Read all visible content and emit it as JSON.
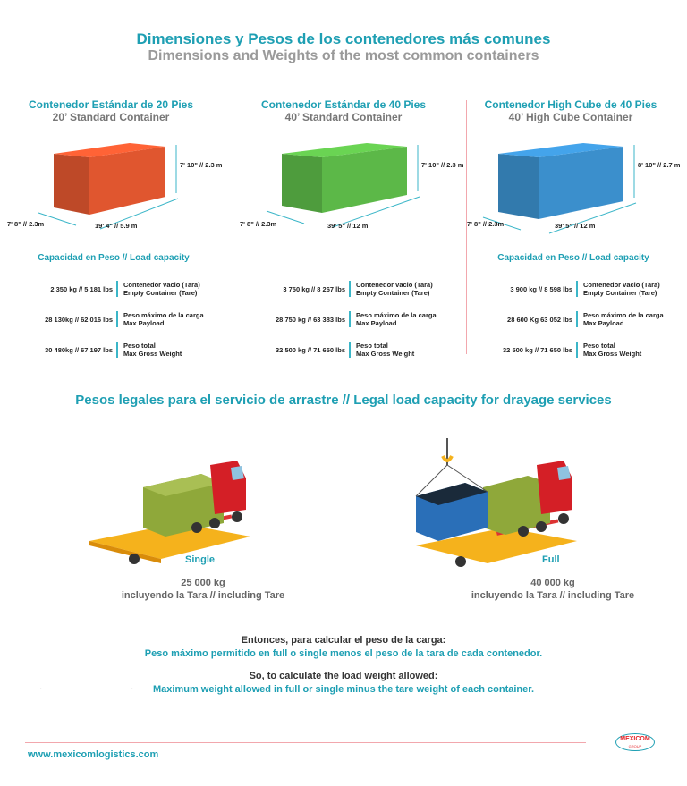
{
  "header": {
    "title_es": "Dimensiones y Pesos de los contenedores más comunes",
    "title_en": "Dimensions and Weights of the most common containers"
  },
  "containers": [
    {
      "title_es": "Contenedor Estándar de 20 Pies",
      "title_en": "20’ Standard Container",
      "color": "#e0562f",
      "height": "7' 10\" // 2.3 m",
      "width": "7' 8\" // 2.3m",
      "length": "19' 4\" // 5.9 m",
      "capacity_heading": "Capacidad en Peso //  Load capacity",
      "rows": [
        {
          "value": "2 350 kg // 5 181 lbs",
          "label_es": "Contenedor vacio (Tara)",
          "label_en": "Empty Container (Tare)"
        },
        {
          "value": "28 130kg // 62 016 lbs",
          "label_es": "Peso máximo de la carga",
          "label_en": "Max Payload"
        },
        {
          "value": "30 480kg // 67 197 lbs",
          "label_es": "Peso total",
          "label_en": "Max Gross Weight"
        }
      ]
    },
    {
      "title_es": "Contenedor Estándar de 40 Pies",
      "title_en": "40’ Standard Container",
      "color": "#5cb848",
      "height": "7' 10\" // 2.3 m",
      "width": "7' 8\" // 2.3m",
      "length": "39' 5\" // 12 m",
      "rows": [
        {
          "value": "3 750 kg // 8 267 lbs",
          "label_es": "Contenedor vacio (Tara)",
          "label_en": "Empty Container (Tare)"
        },
        {
          "value": "28 750 kg // 63 383 lbs",
          "label_es": "Peso máximo de la carga",
          "label_en": "Max Payload"
        },
        {
          "value": "32 500 kg // 71 650 lbs",
          "label_es": "Peso total",
          "label_en": "Max Gross Weight"
        }
      ]
    },
    {
      "title_es": "Contenedor High Cube de 40 Pies",
      "title_en": "40’ High Cube Container",
      "color": "#3b8fcc",
      "height": "8' 10\" // 2.7 m",
      "width": "7' 8\" // 2.3m",
      "length": "39' 5\" // 12 m",
      "capacity_heading": "Capacidad en Peso //  Load capacity",
      "rows": [
        {
          "value": "3 900 kg // 8 598  lbs",
          "label_es": "Contenedor vacio (Tara)",
          "label_en": "Empty Container (Tare)"
        },
        {
          "value": "28 600 Kg 63 052 lbs",
          "label_es": "Peso máximo de la carga",
          "label_en": "Max Payload"
        },
        {
          "value": "32 500 kg // 71 650 lbs",
          "label_es": "Peso total",
          "label_en": "Max Gross Weight"
        }
      ]
    }
  ],
  "legal": {
    "heading": "Pesos legales para el servicio de arrastre // Legal load capacity for drayage services",
    "single": {
      "label": "Single",
      "weight": "25 000 kg",
      "note": "incluyendo la Tara // including Tare"
    },
    "full": {
      "label": "Full",
      "weight": "40 000 kg",
      "note": "incluyendo la Tara // including Tare"
    }
  },
  "calc": {
    "es_intro": "Entonces, para calcular el peso de la carga:",
    "es_rule": "Peso máximo permitido  en full o single menos el  peso de la tara de cada contenedor.",
    "en_intro": "So, to calculate the load weight allowed:",
    "en_rule": "Maximum weight allowed in full or single minus the tare weight of each container.",
    "bullet": "·"
  },
  "footer": {
    "url": "www.mexicomlogistics.com",
    "logo_text": "MEXICOM",
    "logo_sub": "GROUP"
  },
  "colors": {
    "teal": "#1e9fb3",
    "divider": "#f2a7ad",
    "logo_red": "#e3262a"
  }
}
